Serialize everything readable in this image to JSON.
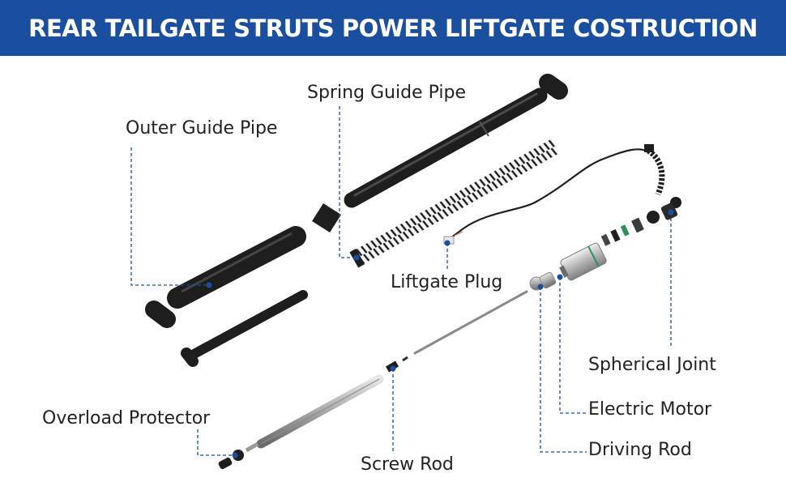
{
  "header": {
    "title": "REAR TAILGATE STRUTS POWER LIFTGATE COSTRUCTION"
  },
  "labels": {
    "spring_guide_pipe": "Spring Guide Pipe",
    "outer_guide_pipe": "Outer Guide Pipe",
    "liftgate_plug": "Liftgate Plug",
    "spherical_joint": "Spherical Joint",
    "electric_motor": "Electric Motor",
    "driving_rod": "Driving Rod",
    "overload_protector": "Overload Protector",
    "screw_rod": "Screw Rod"
  },
  "colors": {
    "header_bg": "#1a4fa0",
    "leader_line": "#1a4fa0",
    "part_dark": "#1e1e1e",
    "part_metal": "#9a9a9a"
  }
}
